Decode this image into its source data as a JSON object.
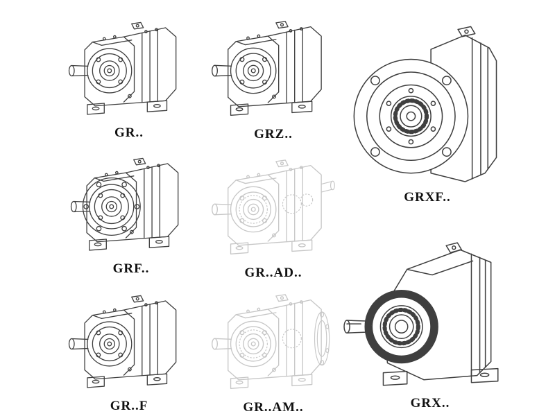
{
  "page": {
    "background_color": "#ffffff",
    "line_color": "#3f3f3f",
    "ghost_line_color": "#c7c7c7",
    "label_color": "#111111"
  },
  "catalog": {
    "items": [
      {
        "label": "GR.."
      },
      {
        "label": "GRZ.."
      },
      {
        "label": "GRXF.."
      },
      {
        "label": "GRF.."
      },
      {
        "label": "GR..AD.."
      },
      {
        "label": "GRX.."
      },
      {
        "label": "GR..F"
      },
      {
        "label": "GR..AM.."
      }
    ]
  }
}
